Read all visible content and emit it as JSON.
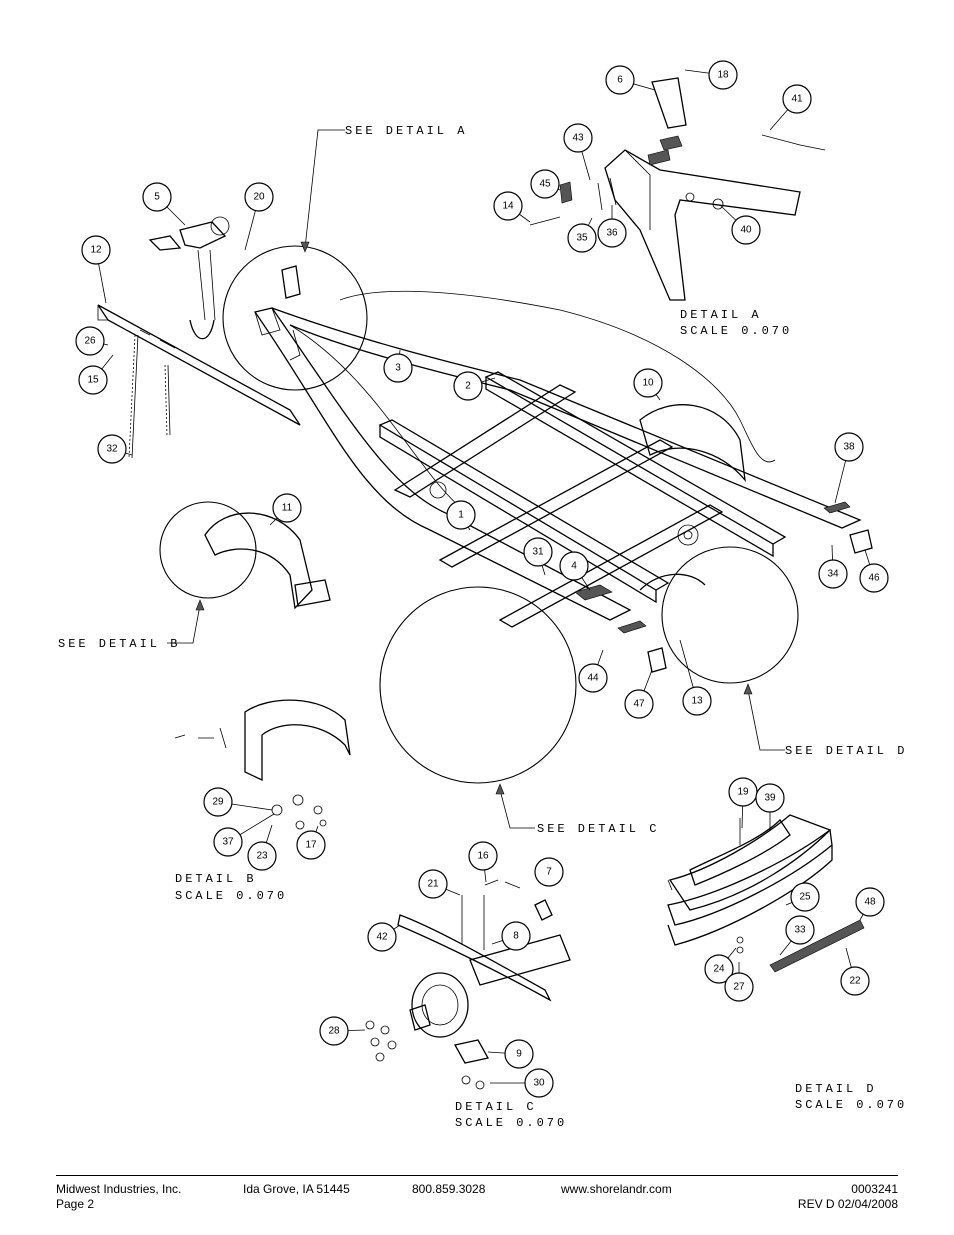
{
  "footer": {
    "company": "Midwest Industries, Inc.",
    "page": "Page 2",
    "location": "Ida Grove, IA 51445",
    "phone": "800.859.3028",
    "website": "www.shorelandr.com",
    "doc_number": "0003241",
    "revision": "REV D  02/04/2008"
  },
  "labels": {
    "see_detail_a": "SEE DETAIL  A",
    "see_detail_b": "SEE DETAIL  B",
    "see_detail_c": "SEE DETAIL  C",
    "see_detail_d": "SEE DETAIL  D",
    "detail_a": "DETAIL  A",
    "detail_b": "DETAIL  B",
    "detail_c": "DETAIL  C",
    "detail_d": "DETAIL  D",
    "scale": "SCALE  0.070"
  },
  "callouts": [
    "1",
    "2",
    "3",
    "4",
    "5",
    "6",
    "7",
    "8",
    "9",
    "10",
    "11",
    "12",
    "13",
    "14",
    "15",
    "16",
    "17",
    "18",
    "19",
    "20",
    "21",
    "22",
    "23",
    "24",
    "25",
    "26",
    "27",
    "28",
    "29",
    "30",
    "31",
    "32",
    "33",
    "34",
    "35",
    "36",
    "37",
    "38",
    "39",
    "40",
    "41",
    "42",
    "43",
    "44",
    "45",
    "46",
    "47",
    "48"
  ]
}
